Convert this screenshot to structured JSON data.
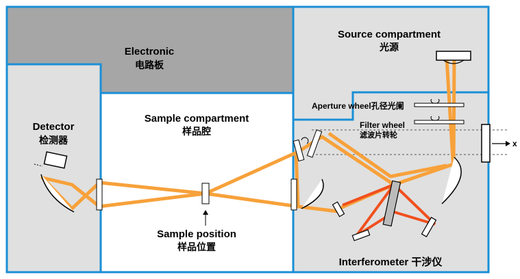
{
  "labels": {
    "electronic_en": "Electronic",
    "electronic_cn": "电路板",
    "source_en": "Source compartment",
    "source_cn": "光源",
    "detector_en": "Detector",
    "detector_cn": "检测器",
    "sample_comp_en": "Sample compartment",
    "sample_comp_cn": "样品腔",
    "sample_pos_en": "Sample position",
    "sample_pos_cn": "样品位置",
    "aperture": "Aperture wheel孔径光阑",
    "filter_en": "Filter wheel",
    "filter_cn": "滤波片转轮",
    "interferometer": "Interferometer 干涉仪",
    "x_axis": "x"
  },
  "colors": {
    "border_blue": "#1a8fd6",
    "electronic_gray": "#a6a6a6",
    "compartment_gray": "#e0e0e0",
    "beam_orange": "#f7a13a",
    "beam_red": "#f0501e",
    "white": "#ffffff"
  }
}
